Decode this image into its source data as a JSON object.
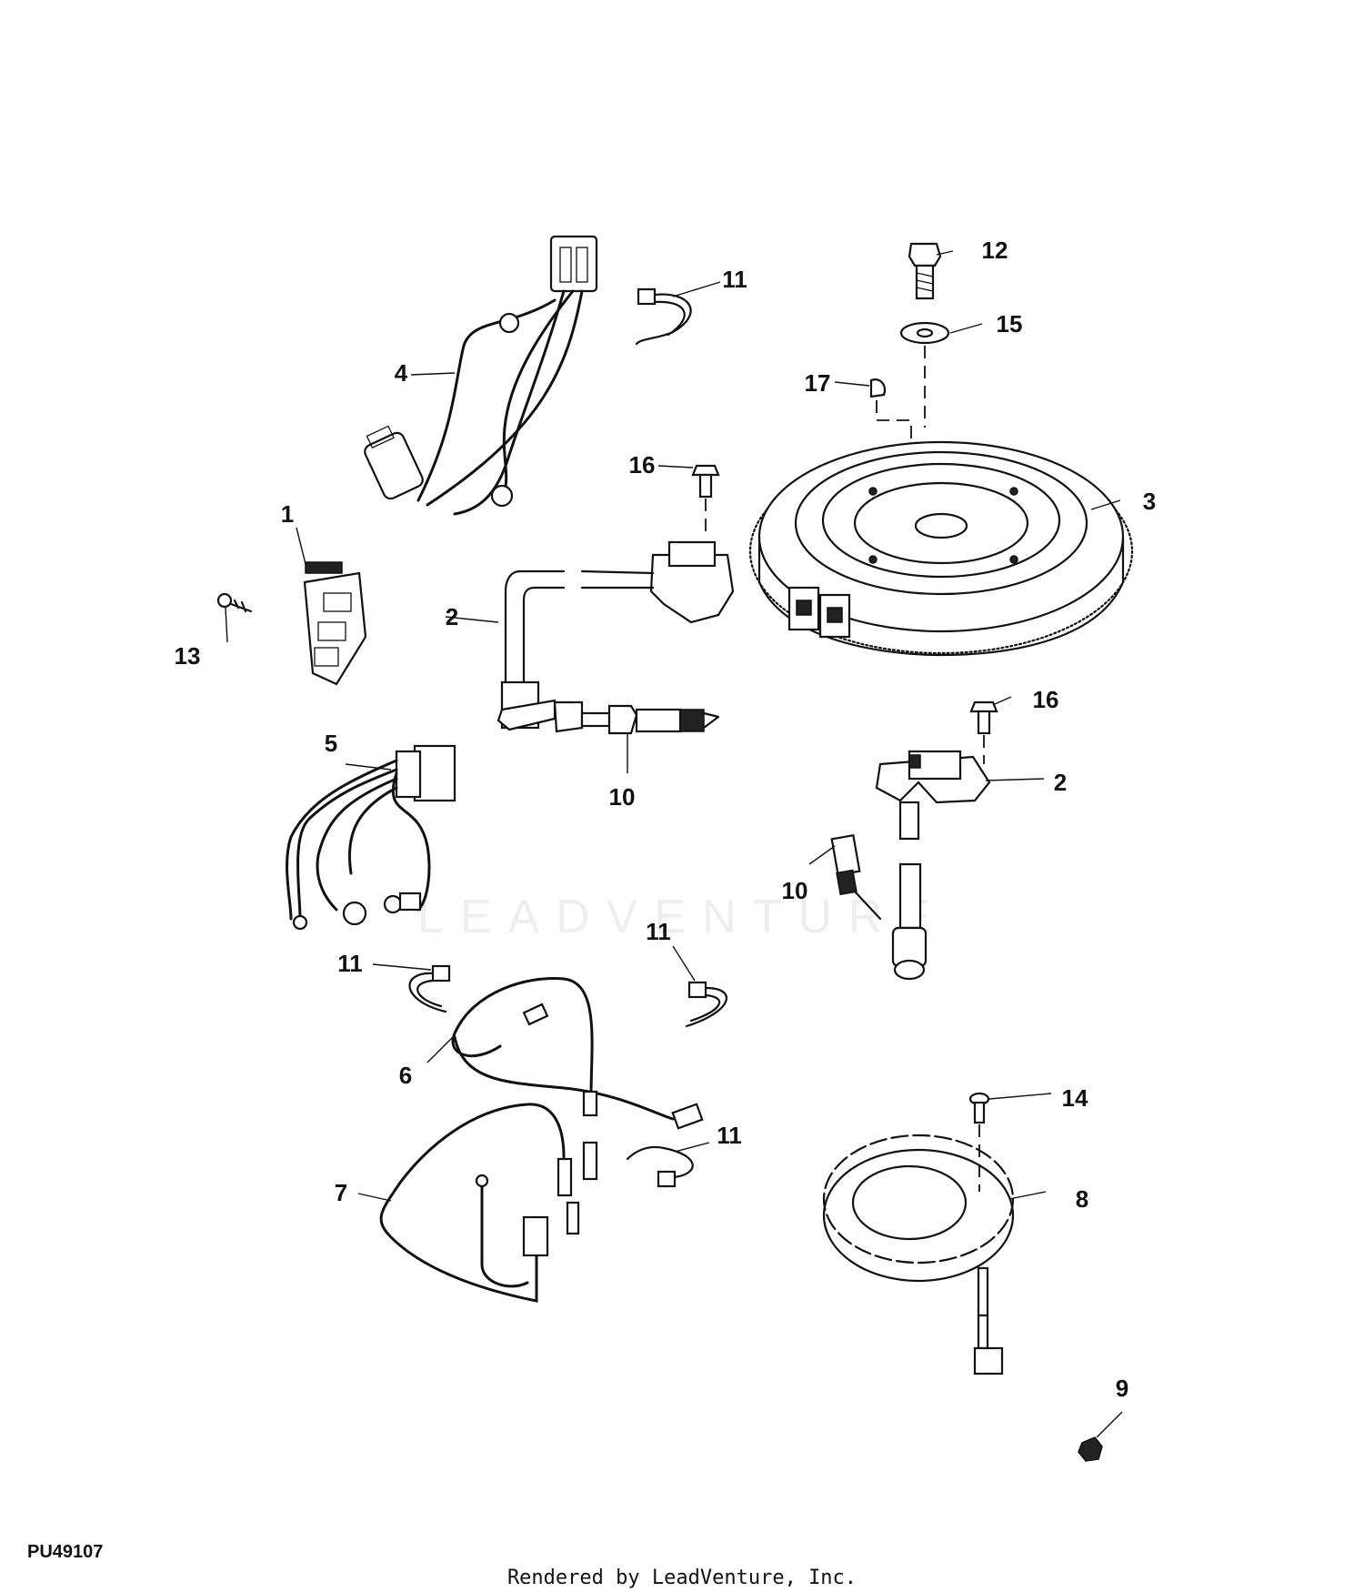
{
  "figure_id": "PU49107",
  "footer": "Rendered by LeadVenture, Inc.",
  "watermark": "LEADVENTURE",
  "callouts": {
    "c1": "1",
    "c2a": "2",
    "c2b": "2",
    "c3": "3",
    "c4": "4",
    "c5": "5",
    "c6": "6",
    "c7": "7",
    "c8": "8",
    "c9": "9",
    "c10a": "10",
    "c10b": "10",
    "c11a": "11",
    "c11b": "11",
    "c11c": "11",
    "c11d": "11",
    "c12": "12",
    "c13": "13",
    "c14": "14",
    "c15": "15",
    "c16a": "16",
    "c16b": "16",
    "c17": "17"
  }
}
